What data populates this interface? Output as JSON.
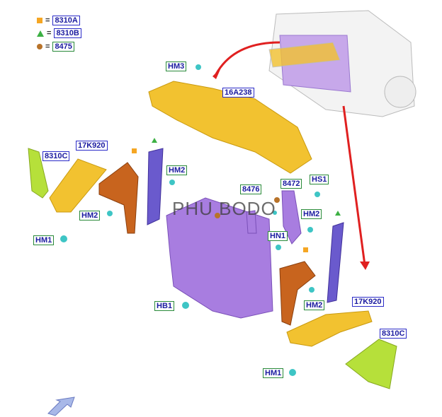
{
  "legend": [
    {
      "symbol": "square",
      "color": "#f5a623",
      "code": "8310A",
      "eq": "="
    },
    {
      "symbol": "triangle",
      "color": "#3cb043",
      "code": "8310B",
      "eq": "="
    },
    {
      "symbol": "circle",
      "color": "#b8732a",
      "code": "8475",
      "eq": "="
    }
  ],
  "labels": {
    "hm3": "HM3",
    "p16a238": "16A238",
    "p8310c_left": "8310C",
    "p17k920_left": "17K920",
    "hm2_a": "HM2",
    "hm2_b": "HM2",
    "hm1_left": "HM1",
    "p8476": "8476",
    "p8472": "8472",
    "hs1": "HS1",
    "hn1": "HN1",
    "hm2_c": "HM2",
    "hb1": "HB1",
    "hm2_d": "HM2",
    "p17k920_right": "17K920",
    "p8310c_right": "8310C",
    "hm1_right": "HM1"
  },
  "watermark": "PHU BODO",
  "colors": {
    "yellow": "#f2c230",
    "purple": "#a87de0",
    "orange": "#c8641e",
    "green": "#b6e03a",
    "blue": "#6a5acd",
    "arrow": "#e02020"
  }
}
